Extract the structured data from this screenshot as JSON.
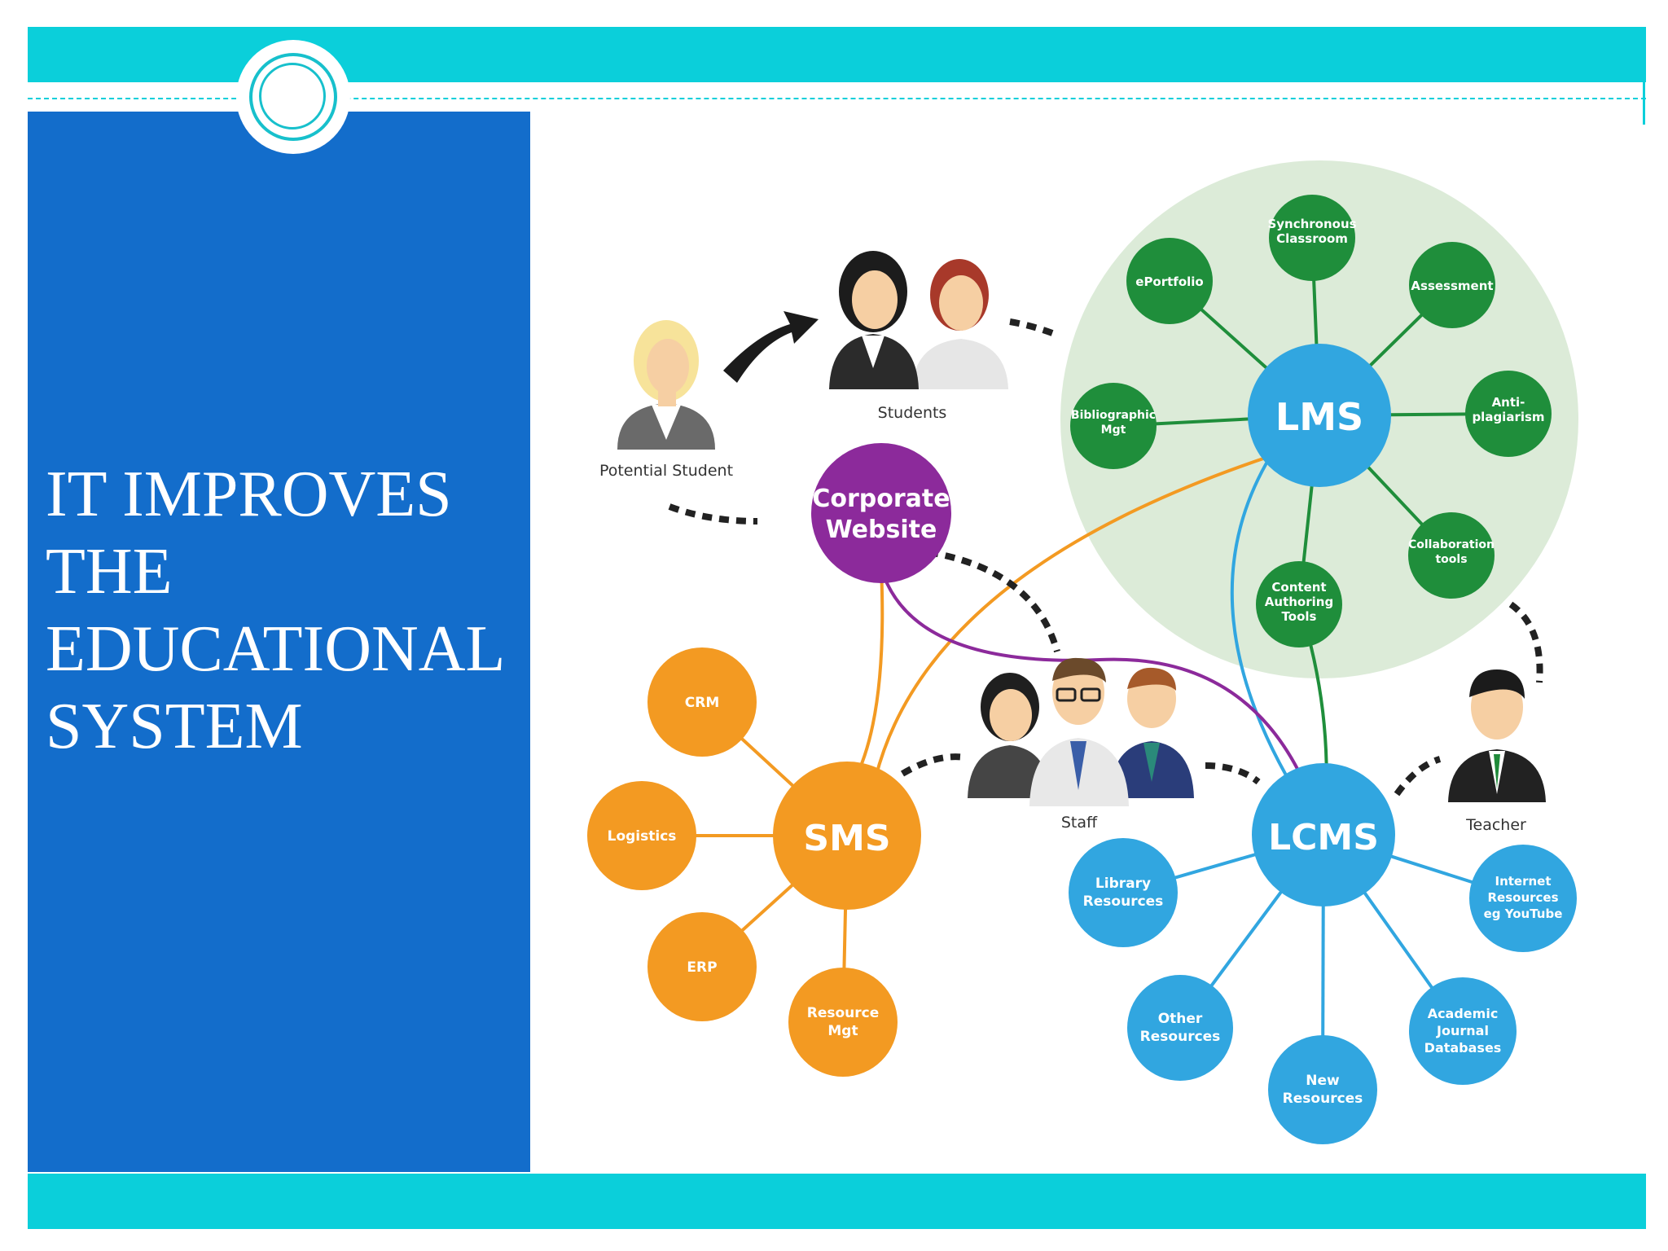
{
  "slide": {
    "title_lines": [
      "IT IMPROVES",
      "THE",
      "EDUCATIONAL",
      "SYSTEM"
    ]
  },
  "colors": {
    "band": "#0bcfda",
    "panel": "#136dcb",
    "lms_green": "#1f8e3b",
    "lms_halo": "#dcebd8",
    "lcms_blue": "#31a6e0",
    "sms_orange": "#f39a22",
    "website_purple": "#8c2a9b"
  },
  "diagram": {
    "hubs": {
      "lms": "LMS",
      "lcms": "LCMS",
      "sms": "SMS",
      "website": [
        "Corporate",
        "Website"
      ]
    },
    "lms_nodes": {
      "synchronous": [
        "Synchronous",
        "Classroom"
      ],
      "assessment": [
        "Assessment"
      ],
      "antiplagiarism": [
        "Anti-",
        "plagiarism"
      ],
      "collaboration": [
        "Collaboration",
        "tools"
      ],
      "content_authoring": [
        "Content",
        "Authoring",
        "Tools"
      ],
      "bibliographic": [
        "Bibliographic",
        "Mgt"
      ],
      "eportfolio": [
        "ePortfolio"
      ]
    },
    "lcms_nodes": {
      "library": [
        "Library",
        "Resources"
      ],
      "other": [
        "Other",
        "Resources"
      ],
      "new": [
        "New",
        "Resources"
      ],
      "academic": [
        "Academic",
        "Journal",
        "Databases"
      ],
      "internet": [
        "Internet",
        "Resources",
        "eg YouTube"
      ]
    },
    "sms_nodes": {
      "crm": [
        "CRM"
      ],
      "logistics": [
        "Logistics"
      ],
      "erp": [
        "ERP"
      ],
      "resource": [
        "Resource",
        "Mgt"
      ]
    },
    "people": {
      "potential_student": "Potential Student",
      "students": "Students",
      "staff": "Staff",
      "teacher": "Teacher"
    }
  }
}
